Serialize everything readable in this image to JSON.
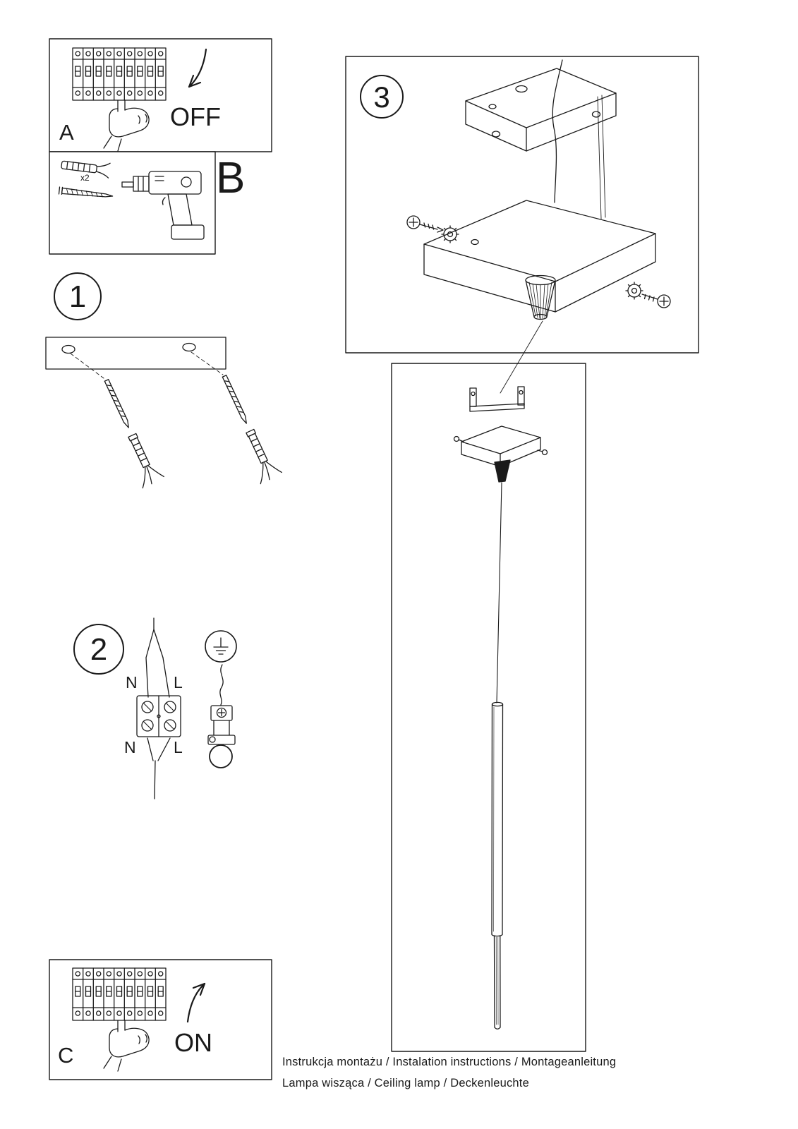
{
  "panels": {
    "a": {
      "letter": "A",
      "action": "OFF"
    },
    "b": {
      "letter": "B",
      "quantity": "x2"
    },
    "c": {
      "letter": "C",
      "action": "ON"
    }
  },
  "steps": {
    "one": "1",
    "two": "2",
    "three": "3"
  },
  "wiring": {
    "n_top": "N",
    "l_top": "L",
    "n_bottom": "N",
    "l_bottom": "L"
  },
  "footer": {
    "line1": "Instrukcja montażu / Instalation instructions / Montageanleitung",
    "line2": "Lampa wisząca / Ceiling lamp / Deckenleuchte"
  },
  "colors": {
    "ink": "#1a1a1a",
    "paper": "#ffffff"
  }
}
